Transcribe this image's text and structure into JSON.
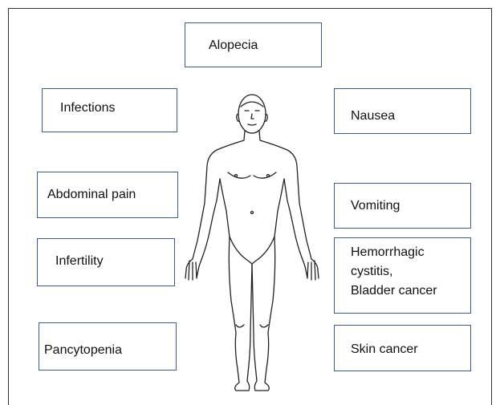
{
  "side_effects": {
    "alopecia": "Alopecia",
    "infections": "Infections",
    "nausea": "Nausea",
    "abdominal_pain": "Abdominal pain",
    "vomiting": "Vomiting",
    "infertility": "Infertility",
    "hemorrhagic_line1": "Hemorrhagic",
    "hemorrhagic_line2": "cystitis,",
    "hemorrhagic_line3": "Bladder cancer",
    "pancytopenia": "Pancytopenia",
    "skin_cancer": "Skin cancer"
  },
  "colors": {
    "box_border": "#3b5e8a",
    "figure_line": "#222222"
  }
}
